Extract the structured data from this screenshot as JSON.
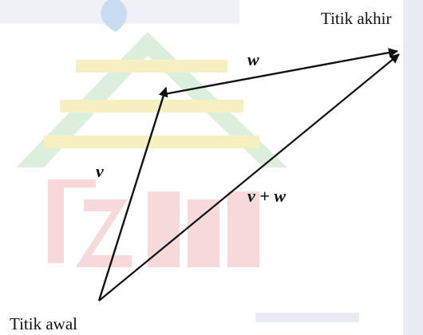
{
  "diagram": {
    "points": {
      "start": "Titik awal",
      "end": "Titik akhir"
    },
    "vectors": {
      "v": "v",
      "w": "w",
      "sum_prefix": "v",
      "sum_op": " + ",
      "sum_suffix": "w"
    },
    "colors": {
      "arrow": "#111111",
      "watermark_green": "#cfe9d0",
      "watermark_yellow": "#f6efc2",
      "watermark_red": "#f8d9d9",
      "watermark_blue": "#c9dcf0",
      "watermark_gray": "#e9ebf3"
    }
  }
}
